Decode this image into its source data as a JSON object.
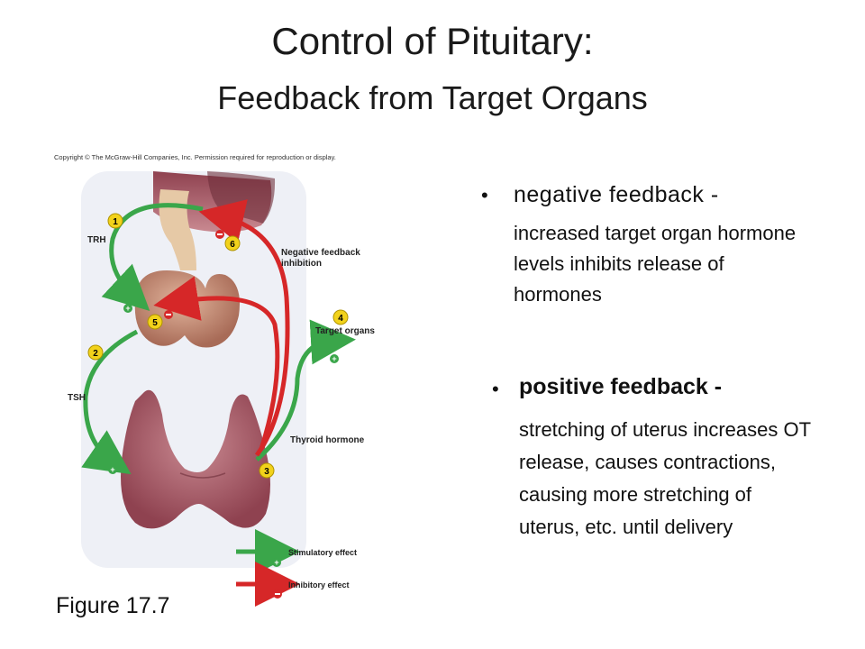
{
  "title": {
    "line1": "Control of Pituitary:",
    "line2": "Feedback from Target Organs"
  },
  "copyright": "Copyright © The McGraw-Hill Companies, Inc. Permission required for reproduction or display.",
  "diagram": {
    "labels": {
      "trh": "TRH",
      "tsh": "TSH",
      "neg_feedback": "Negative feedback inhibition",
      "target_organs": "Target organs",
      "thyroid_hormone": "Thyroid hormone"
    },
    "steps": [
      "1",
      "2",
      "3",
      "4",
      "5",
      "6"
    ],
    "legend": {
      "stimulatory": "Stimulatory effect",
      "inhibitory": "Inhibitory effect"
    },
    "colors": {
      "stimulatory": "#3aa64a",
      "inhibitory": "#d62728",
      "step_badge": "#f2d21b",
      "tissue": "#a85a63"
    }
  },
  "figure_caption": "Figure 17.7",
  "bullets": [
    {
      "head": "negative feedback -",
      "sub": "increased target organ hormone levels inhibits release of hormones"
    },
    {
      "head": "positive feedback -",
      "sub": "stretching of uterus increases OT release, causes contractions, causing more stretching of uterus, etc. until delivery"
    }
  ]
}
